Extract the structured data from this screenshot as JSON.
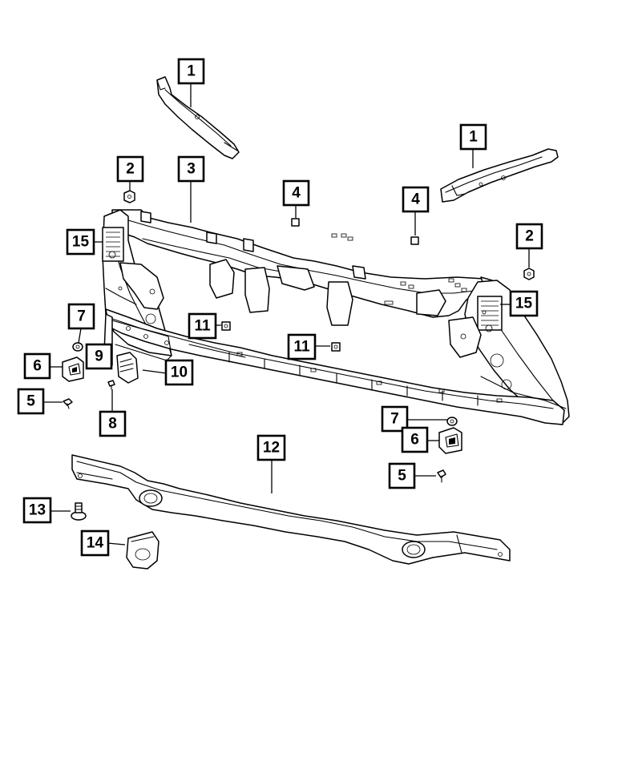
{
  "diagram": {
    "background_color": "#ffffff",
    "line_color": "#000000",
    "callouts": [
      {
        "id": "c1a",
        "label": "1"
      },
      {
        "id": "c1b",
        "label": "1"
      },
      {
        "id": "c2a",
        "label": "2"
      },
      {
        "id": "c2b",
        "label": "2"
      },
      {
        "id": "c3",
        "label": "3"
      },
      {
        "id": "c4a",
        "label": "4"
      },
      {
        "id": "c4b",
        "label": "4"
      },
      {
        "id": "c15a",
        "label": "15"
      },
      {
        "id": "c15b",
        "label": "15"
      },
      {
        "id": "c7a",
        "label": "7"
      },
      {
        "id": "c7b",
        "label": "7"
      },
      {
        "id": "c11a",
        "label": "11"
      },
      {
        "id": "c11b",
        "label": "11"
      },
      {
        "id": "c6a",
        "label": "6"
      },
      {
        "id": "c6b",
        "label": "6"
      },
      {
        "id": "c9",
        "label": "9"
      },
      {
        "id": "c10",
        "label": "10"
      },
      {
        "id": "c5a",
        "label": "5"
      },
      {
        "id": "c5b",
        "label": "5"
      },
      {
        "id": "c8",
        "label": "8"
      },
      {
        "id": "c12",
        "label": "12"
      },
      {
        "id": "c13",
        "label": "13"
      },
      {
        "id": "c14",
        "label": "14"
      }
    ]
  }
}
